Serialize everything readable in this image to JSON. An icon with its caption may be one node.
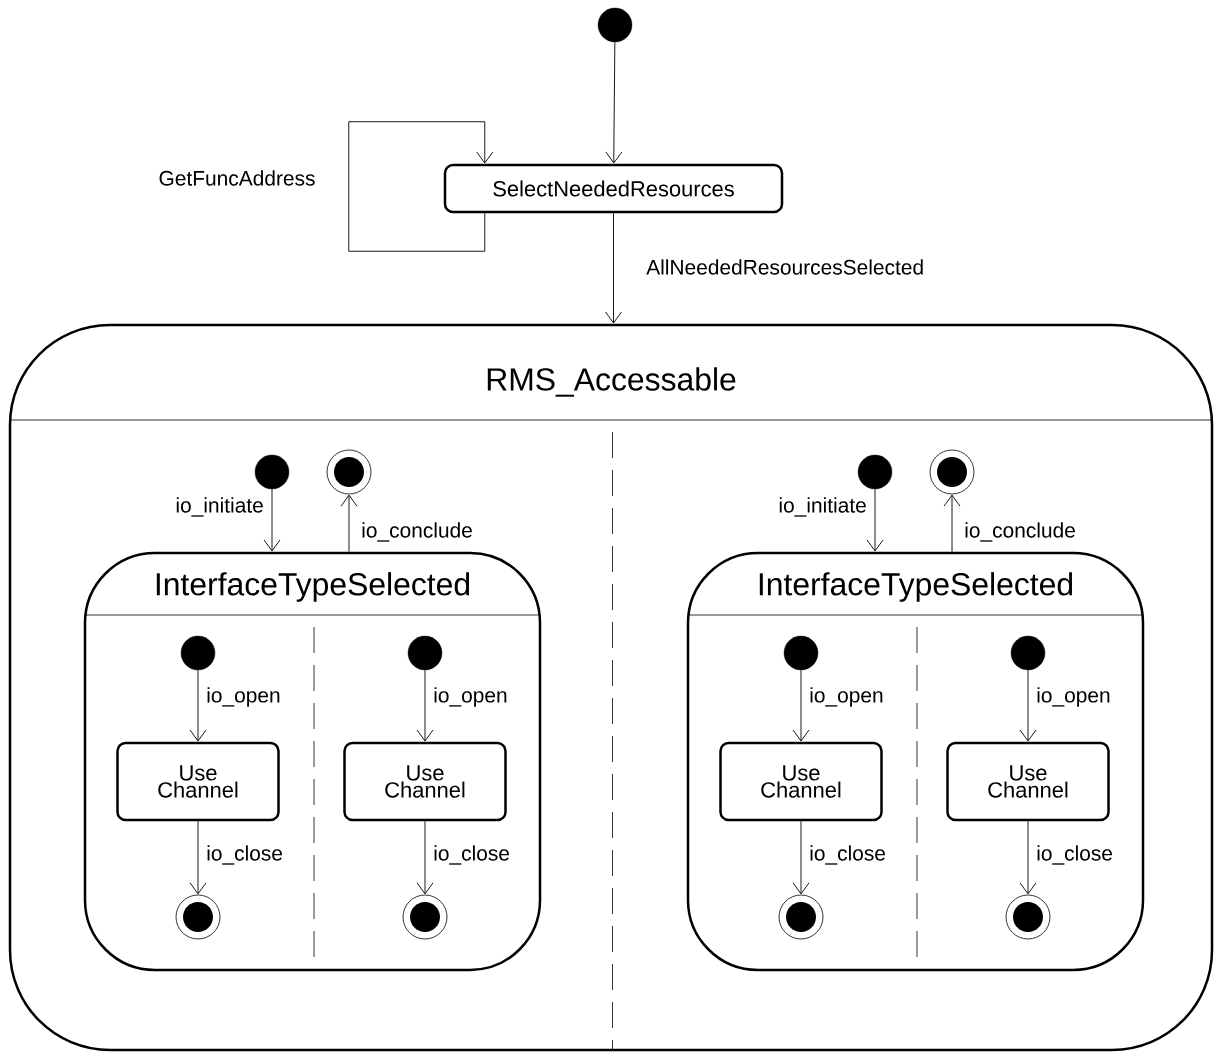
{
  "diagram": {
    "nodes": [
      {
        "text": [],
        "shape": "circle"
      },
      {
        "text": [
          "SelectNeededResources"
        ]
      },
      {
        "text": [
          "RMS_Accessable"
        ]
      },
      {
        "text": [],
        "shape": "circle",
        "in": 2
      },
      {
        "text": [],
        "shape": "bullseye",
        "in": 2
      },
      {
        "text": [
          "InterfaceTypeSelected"
        ],
        "in": 2
      },
      {
        "text": [],
        "shape": "circle",
        "in": 5
      },
      {
        "text": [
          "Use Channel"
        ],
        "in": 5
      },
      {
        "text": [],
        "shape": "bullseye",
        "in": 5
      },
      {
        "text": [],
        "shape": "circle",
        "in": 5
      },
      {
        "text": [
          "Use Channel"
        ],
        "in": 5
      },
      {
        "text": [],
        "shape": "bullseye",
        "in": 5
      },
      {
        "text": [],
        "shape": "circle",
        "in": 2
      },
      {
        "text": [],
        "shape": "bullseye",
        "in": 2
      },
      {
        "text": [
          "InterfaceTypeSelected"
        ],
        "in": 2
      },
      {
        "text": [],
        "shape": "circle",
        "in": 14
      },
      {
        "text": [
          "Use Channel"
        ],
        "in": 14
      },
      {
        "text": [],
        "shape": "bullseye",
        "in": 14
      },
      {
        "text": [],
        "shape": "circle",
        "in": 14
      },
      {
        "text": [
          "Use Channel"
        ],
        "in": 14
      },
      {
        "text": [],
        "shape": "bullseye",
        "in": 14
      }
    ],
    "edges": [
      {
        "from": 0,
        "to": 1,
        "arrow": "to"
      },
      {
        "from": 1,
        "to": 1,
        "arrow": "to",
        "label": "GetFuncAddress"
      },
      {
        "from": 1,
        "to": 2,
        "arrow": "to",
        "label": "AllNeededResourcesSelected"
      },
      {
        "from": 3,
        "to": 5,
        "arrow": "to",
        "label": "io_initiate"
      },
      {
        "from": 5,
        "to": 4,
        "arrow": "to",
        "label": "io_conclude"
      },
      {
        "from": 6,
        "to": 7,
        "arrow": "to",
        "label": "io_open"
      },
      {
        "from": 7,
        "to": 8,
        "arrow": "to",
        "label": "io_close"
      },
      {
        "from": 9,
        "to": 10,
        "arrow": "to",
        "label": "io_open"
      },
      {
        "from": 10,
        "to": 11,
        "arrow": "to",
        "label": "io_close"
      },
      {
        "from": 12,
        "to": 14,
        "arrow": "to",
        "label": "io_initiate"
      },
      {
        "from": 14,
        "to": 13,
        "arrow": "to",
        "label": "io_conclude"
      },
      {
        "from": 15,
        "to": 16,
        "arrow": "to",
        "label": "io_open"
      },
      {
        "from": 16,
        "to": 17,
        "arrow": "to",
        "label": "io_close"
      },
      {
        "from": 18,
        "to": 19,
        "arrow": "to",
        "label": "io_open"
      },
      {
        "from": 19,
        "to": 20,
        "arrow": "to",
        "label": "io_close"
      }
    ]
  }
}
